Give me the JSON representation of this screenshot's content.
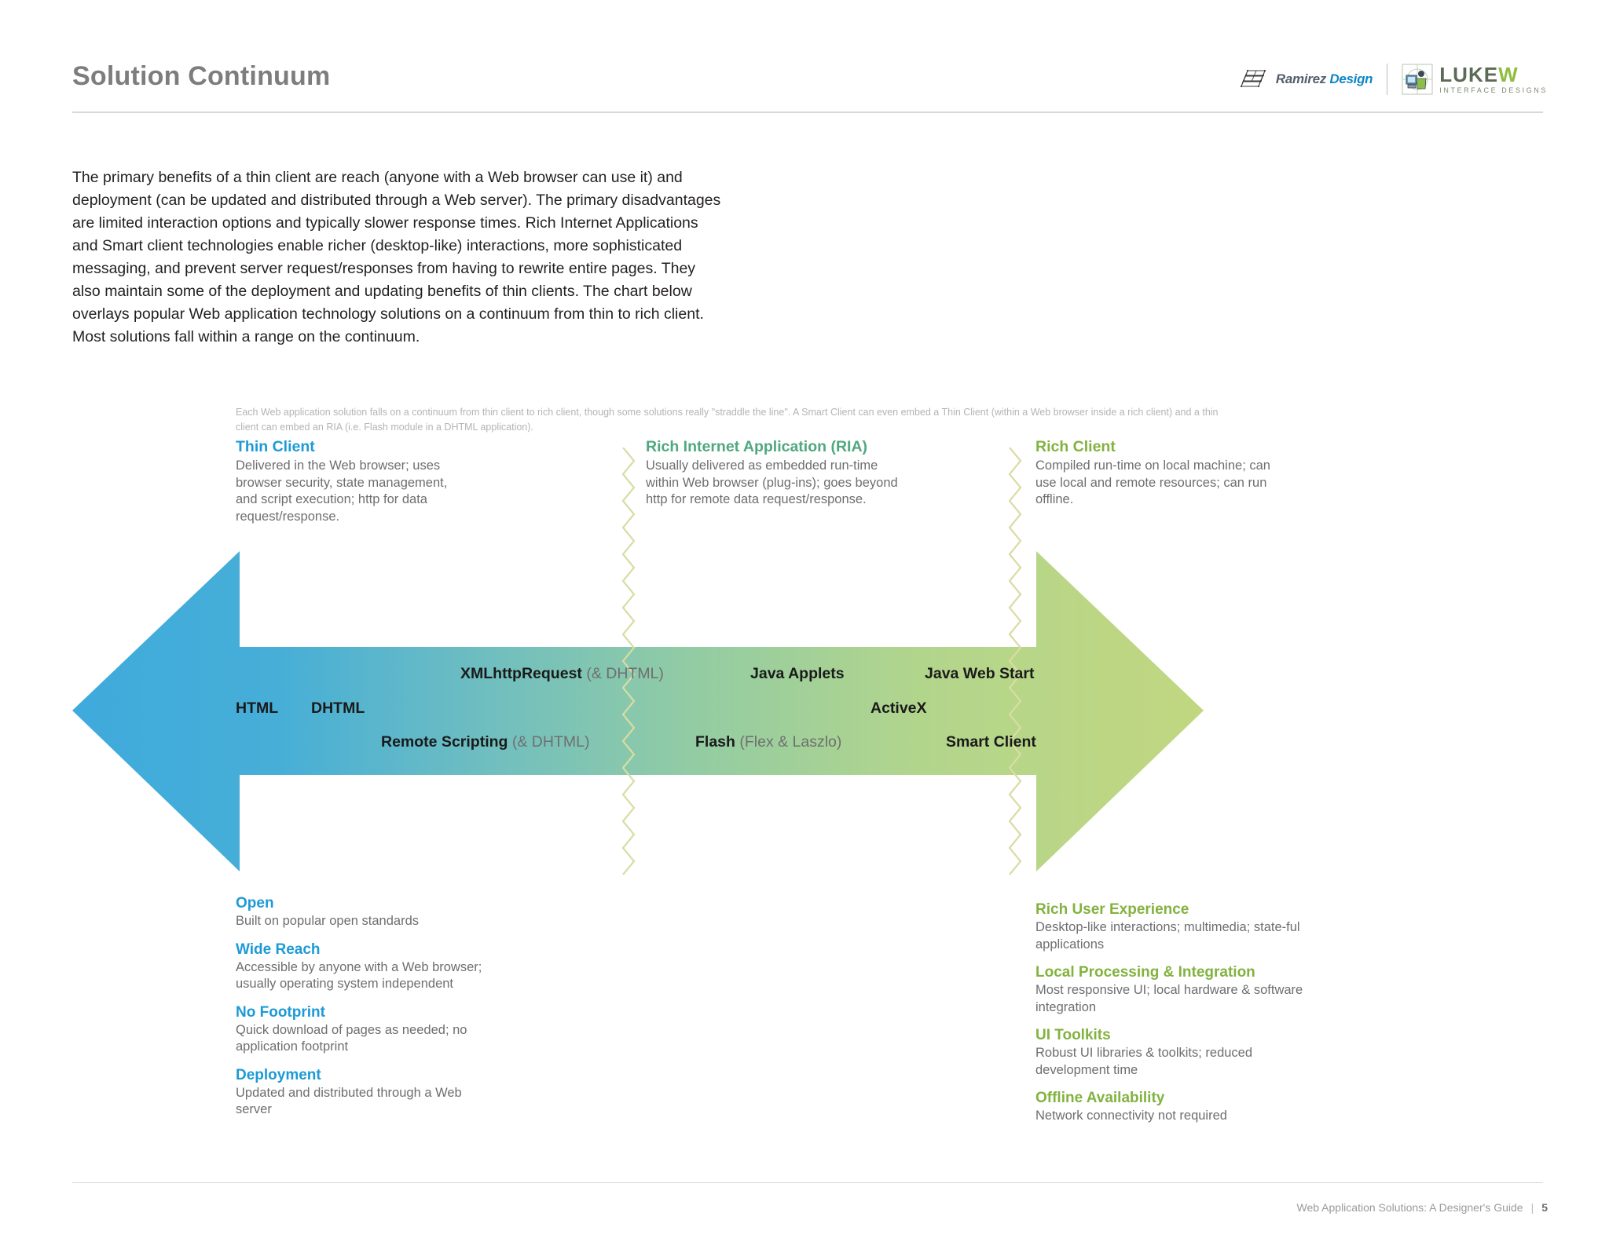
{
  "header": {
    "title": "Solution Continuum",
    "logos": {
      "ramirez": {
        "name_part1": "Ramirez ",
        "name_part2": "Design"
      },
      "lukew": {
        "word_part1": "LUKE",
        "word_part2": "W",
        "tagline": "INTERFACE DESIGNS"
      }
    }
  },
  "intro": {
    "paragraph": "The primary benefits of a thin client are reach (anyone with a Web browser can use it) and deployment (can be updated and distributed through a Web server). The primary disadvantages are limited interaction options and typically slower response times. Rich Internet Applications and Smart client technologies enable richer (desktop-like) interactions, more sophisticated messaging, and prevent server request/responses from having to rewrite entire pages. They also maintain some of the deployment and updating benefits of thin clients. The chart below overlays popular Web application technology solutions on a continuum from thin to rich client. Most solutions fall within a range on the continuum."
  },
  "diagram": {
    "caption": "Each Web application solution falls on a continuum from thin client to rich client, though some solutions really \"straddle the line\".  A Smart Client can even embed a Thin Client (within a Web browser inside a rich client) and a thin client can embed an RIA (i.e. Flash module in a DHTML application).",
    "columns": [
      {
        "key": "thin",
        "title": "Thin Client",
        "color": "#1c9ad6",
        "description": "Delivered in the Web browser; uses browser security, state management, and script execution; http for data request/response."
      },
      {
        "key": "ria",
        "title": "Rich Internet Application (RIA)",
        "color": "#4fa87e",
        "description": "Usually delivered as embedded run-time within Web browser (plug-ins); goes beyond http for remote data request/response."
      },
      {
        "key": "rich",
        "title": "Rich Client",
        "color": "#82b23f",
        "description": "Compiled run-time on local machine; can use local and remote resources; can run offline."
      }
    ],
    "technologies": [
      {
        "key": "html",
        "label": "HTML",
        "note": ""
      },
      {
        "key": "dhtml",
        "label": "DHTML",
        "note": ""
      },
      {
        "key": "xmlhttprequest",
        "label": "XMLhttpRequest",
        "note": " (& DHTML)"
      },
      {
        "key": "remote-scripting",
        "label": "Remote Scripting",
        "note": " (& DHTML)"
      },
      {
        "key": "java-applets",
        "label": "Java Applets",
        "note": ""
      },
      {
        "key": "flash",
        "label": "Flash",
        "note": " (Flex & Laszlo)"
      },
      {
        "key": "java-web-start",
        "label": "Java Web Start",
        "note": ""
      },
      {
        "key": "activex",
        "label": "ActiveX",
        "note": ""
      },
      {
        "key": "smart-client",
        "label": "Smart Client",
        "note": ""
      }
    ],
    "arrow_colors": {
      "left_end": "#3FAADC",
      "middle": "#8CC9A8",
      "right_end": "#C1D780",
      "zigzag": "#d9dca4"
    },
    "benefits_thin": [
      {
        "title": "Open",
        "description": "Built on popular open standards"
      },
      {
        "title": "Wide Reach",
        "description": "Accessible by anyone with a Web browser; usually operating system independent"
      },
      {
        "title": "No Footprint",
        "description": "Quick download of pages as needed; no application footprint"
      },
      {
        "title": "Deployment",
        "description": "Updated and distributed through a Web server"
      }
    ],
    "benefits_rich": [
      {
        "title": "Rich User Experience",
        "description": "Desktop-like interactions; multimedia; state-ful applications"
      },
      {
        "title": "Local Processing & Integration",
        "description": "Most responsive UI; local hardware & software integration"
      },
      {
        "title": "UI Toolkits",
        "description": "Robust UI libraries & toolkits; reduced development time"
      },
      {
        "title": "Offline Availability",
        "description": "Network connectivity not required"
      }
    ]
  },
  "footer": {
    "document_title": "Web Application Solutions: A Designer's Guide",
    "separator": "|",
    "page_number": "5"
  }
}
